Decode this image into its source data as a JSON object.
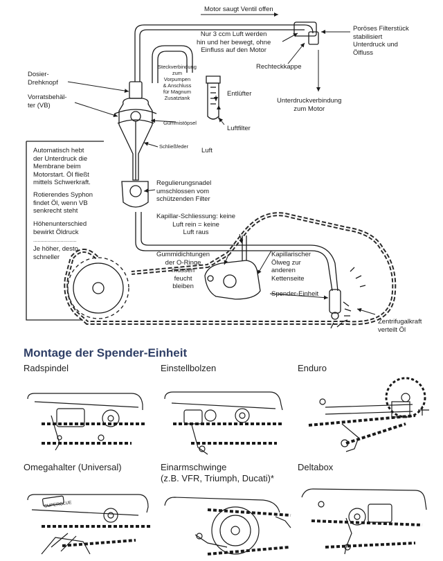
{
  "diagram": {
    "labels": {
      "motor_saugt": "Motor saugt Ventil offen",
      "filterstueck": "Poröses Filterstück\nstabilisiert\nUnterdruck und\nÖlfluss",
      "luft_werden": "Nur 3 ccm Luft werden\nhin und her bewegt, ohne\nEinfluss auf den Motor",
      "rechteckkappe": "Rechteckkappe",
      "unterdruckverbindung": "Unterdruckverbindung\nzum Motor",
      "dosier": "Dosier-\nDrehknopf",
      "vorratsbehaelter": "Vorratsbehäl-\nter (VB)",
      "steckverbindung": "Steckverbindung\nzum\nVorpumpen\n& Anschluss\nfür Magnum\nZusatztank",
      "entluefter": "Entlüfter",
      "gummistoepsel": "Gummistöpsel",
      "luftfilter": "Luftfilter",
      "schliessfeder": "Schließfeder",
      "luft": "Luft",
      "automatisch": "Automatisch hebt\nder Unterdruck die\nMembrane beim\nMotorstart. Öl fließt\nmittels Schwerkraft.",
      "rotierendes": "Rotierendes Syphon\nfindet Öl, wenn VB\nsenkrecht steht",
      "hoehenunterschied": "Höhenunterschied\nbewirkt Öldruck",
      "dots": "..............................",
      "je_hoeher": "Je höher, desto\nschneller",
      "regulierungsnadel": "Regulierungsnadel\numschlossen vom\nschützenden Filter",
      "kapillar": "Kapillar-Schliessung: keine\nLuft rein = keine\nLuft raus",
      "gummidichtungen": "Gummidichtungen\nder O-Ringe\nmüssen\nfeucht\nbleiben",
      "kapillarischer": "Kapillarischer\nÖlweg zur\nanderen\nKettenseite",
      "spender": "Spender-Einheit",
      "zentrifugal": "Zentrifugalkraft\nverteilt Öl"
    }
  },
  "section_title": "Montage der Spender-Einheit",
  "panels": [
    {
      "title": "Radspindel"
    },
    {
      "title": "Einstellbolzen"
    },
    {
      "title": "Enduro"
    },
    {
      "title": "Omegahalter (Universal)"
    },
    {
      "title": "Einarmschwinge\n(z.B. VFR, Triumph, Ducati)*"
    },
    {
      "title": "Deltabox"
    }
  ],
  "superglue_label": "SUPERGLUE",
  "colors": {
    "ink": "#1a1a1a",
    "title": "#2f3f66",
    "background": "#ffffff"
  }
}
